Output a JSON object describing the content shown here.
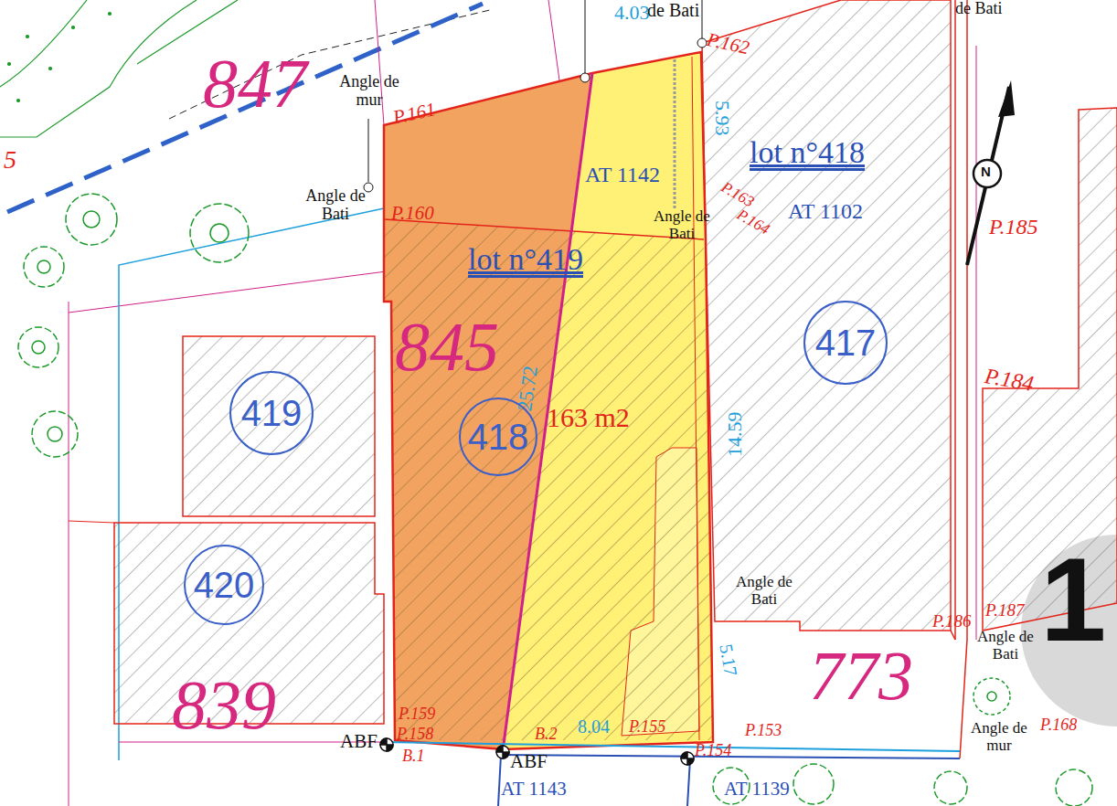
{
  "diagram": {
    "nodes": [
      {
        "text": [
          "417"
        ]
      },
      {
        "text": [
          "419"
        ]
      },
      {
        "text": [
          "418"
        ]
      },
      {
        "text": [
          "420"
        ]
      }
    ],
    "edges": [],
    "labels": [
      "de Bati",
      "de Bati",
      "4.03",
      "P.162",
      "847",
      "Angle de mur",
      "P.161",
      "5.93",
      "lot n°418",
      "AT 1142",
      "Angle de Bati",
      "P.160",
      "Angle de Bati",
      "P.163",
      "P.164",
      "AT 1102",
      "P.185",
      "lot n°419",
      "845",
      "25.72",
      "163 m2",
      "14.59",
      "P.184",
      "Angle de Bati",
      "P.186",
      "P.187",
      "Angle de Bati",
      "839",
      "773",
      "5.17",
      "ABF",
      "P.159",
      "P.158",
      "B.1",
      "ABF",
      "B.2",
      "8.04",
      "P.155",
      "P.154",
      "P.153",
      "Angle de mur",
      "P.168",
      "AT 1143",
      "AT 1139",
      "5",
      "1",
      "N"
    ]
  }
}
